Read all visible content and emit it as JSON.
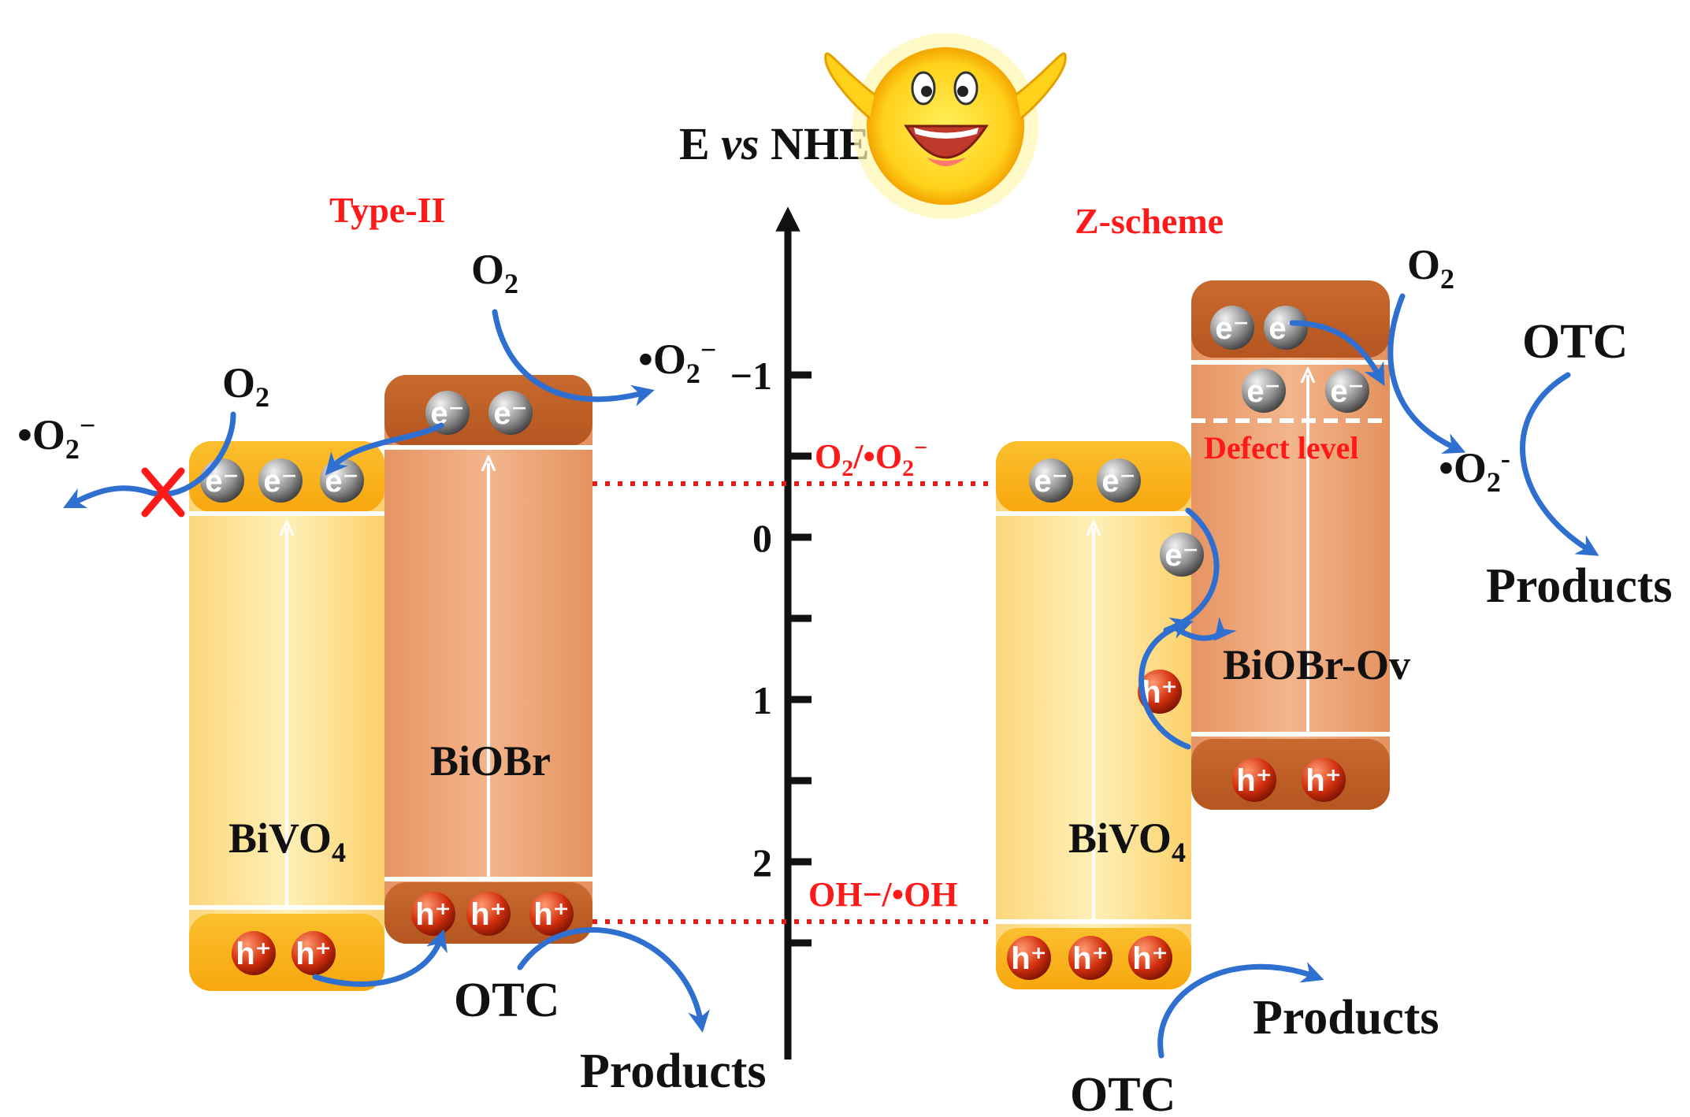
{
  "axis": {
    "title_e": "E",
    "title_vs": "vs",
    "title_nhe": "NHE",
    "ticks": [
      "−1",
      "0",
      "1",
      "2"
    ]
  },
  "left": {
    "title": "Type-II",
    "bivo4": "BiVO",
    "bivo4_sub": "4",
    "biobr": "BiOBr",
    "o2_top": "O",
    "o2_top_sub": "2",
    "o2_left": "O",
    "o2_left_sub": "2",
    "rad_right": "•O",
    "rad_right_sub": "2",
    "rad_right_sup": "−",
    "rad_left": "•O",
    "rad_left_sub": "2",
    "rad_left_sup": "−",
    "otc": "OTC",
    "products": "Products"
  },
  "right": {
    "title": "Z-scheme",
    "bivo4": "BiVO",
    "bivo4_sub": "4",
    "biobr_ov": "BiOBr-Ov",
    "defect": "Defect level",
    "o2": "O",
    "o2_sub": "2",
    "rad": "•O",
    "rad_sub": "2",
    "rad_sup": "-",
    "otc_top": "OTC",
    "products_top": "Products",
    "otc_bottom": "OTC",
    "products_bottom": "Products"
  },
  "potentials": {
    "o2_label": "O",
    "o2_label_sub": "2",
    "o2_label_rest": "/•O",
    "o2_label_sub2": "2",
    "o2_label_sup": "−",
    "oh_label": "OH−/•OH"
  },
  "colors": {
    "bivo4_fill": "#fbd57a",
    "biobr_fill": "#eda576",
    "band_dark": "#c9662a",
    "arrow_blue": "#2f6fd0",
    "red_text": "#ff1a1a",
    "electron": "#8a8a8a",
    "hole": "#d42a10"
  },
  "icons": [
    "sun-icon",
    "cross-icon"
  ]
}
